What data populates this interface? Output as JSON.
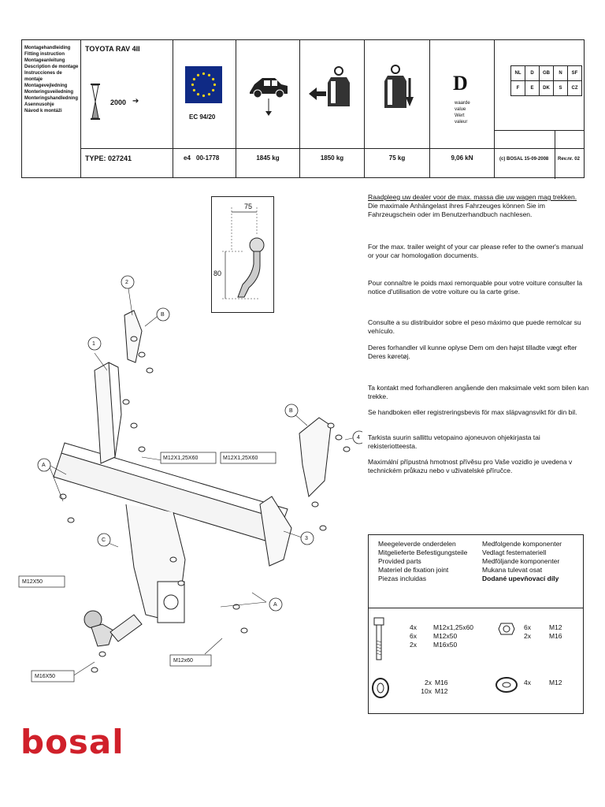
{
  "header": {
    "languages_label": [
      "Montagehandleiding",
      "Fitting instruction",
      "Montageanleitung",
      "Description de montage",
      "Instrucciones de montaje",
      "Montagevejledning",
      "Monteringsveiledning",
      "Monteringshandledning",
      "Asennusohje",
      "Návod k montáži"
    ],
    "vehicle": "TOYOTA RAV 4II",
    "year": "2000",
    "arrow": "➔",
    "type": "TYPE: 027241",
    "ec_label": "EC 94/20",
    "approval_prefix": "e4",
    "approval_number": "00-1778",
    "vehicle_weight": "1845 kg",
    "trailer_weight": "1850 kg",
    "vertical_load": "75 kg",
    "d_letter": "D",
    "d_desc": [
      "waarde",
      "value",
      "Wert",
      "valeur"
    ],
    "d_value": "9,06 kN",
    "countries_row1": [
      "NL",
      "D",
      "GB",
      "N",
      "SF"
    ],
    "countries_row2": [
      "F",
      "E",
      "DK",
      "S",
      "CZ"
    ],
    "copyright": "(c) BOSAL 15-09-2008",
    "revision": "Rev.nr. 02",
    "ec_colors": {
      "flag": "#0f2a85",
      "stars": "#f3d21a"
    }
  },
  "dimensions": {
    "width": "75",
    "height": "80"
  },
  "callouts": {
    "n1": "1",
    "n2": "2",
    "n3": "3",
    "n4": "4",
    "a": "A",
    "b": "B",
    "c": "C"
  },
  "bolt_labels": {
    "m12x125_left": "M12X1,25X60",
    "m12x125_right": "M12X1,25X60",
    "m12x50_left": "M12X50",
    "m12x60": "M12x60",
    "m16x50": "M16X50"
  },
  "instructions": [
    [
      "Raadpleeg uw dealer voor de max. massa die uw wagen mag trekken.",
      "Die maximale Anhängelast ihres Fahrzeuges können Sie im Fahrzeugschein oder im Benutzerhandbuch nachlesen."
    ],
    [
      "For the max. trailer weight of your car please refer to the owner's manual or your car homologation documents."
    ],
    [
      "Pour connaître le poids maxi remorquable pour votre voiture consulter la notice d'utilisation de votre voiture  ou la carte grise."
    ],
    [
      "Consulte a su distribuidor sobre el peso máximo que puede remolcar su vehículo."
    ],
    [
      "Deres forhandler vil kunne oplyse Dem om den højst tilladte vægt efter Deres køretøj."
    ],
    [
      "Ta kontakt med forhandleren angående den maksimale vekt som bilen kan trekke."
    ],
    [
      "Se handboken eller registreringsbevis för max släpvagnsvikt för din bil."
    ],
    [
      "Tarkista suurin sallittu vetopaino ajoneuvon ohjekirjasta tai rekisteriotteesta."
    ],
    [
      "Maximální přípustná hmotnost přívěsu pro Vaše vozidlo je uvedena v technickém průkazu nebo v uživatelské příručce."
    ]
  ],
  "parts": {
    "heading_left": [
      "Meegeleverde onderdelen",
      "Mitgelieferte Befestigungsteile",
      "Provided parts",
      "Materiel de fixation joint",
      "Piezas incluidas"
    ],
    "heading_right": [
      "Medfolgende komponenter",
      "Vedlagt festemateriell",
      "Medföljande komponenter",
      "Mukana tulevat osat",
      "Dodané upevňovací díly"
    ],
    "bolts": [
      {
        "qty": "4x",
        "size": "M12x1,25x60"
      },
      {
        "qty": "6x",
        "size": "M12x50"
      },
      {
        "qty": "2x",
        "size": "M16x50"
      }
    ],
    "nuts": [
      {
        "qty": "6x",
        "size": "M12"
      },
      {
        "qty": "2x",
        "size": "M16"
      }
    ],
    "washers": [
      {
        "qty": "2x",
        "size": "M16"
      },
      {
        "qty": "10x",
        "size": "M12"
      }
    ],
    "spring_washers": [
      {
        "qty": "4x",
        "size": "M12"
      }
    ]
  },
  "brand": {
    "logo_text": "bosal",
    "color": "#d0202a"
  }
}
